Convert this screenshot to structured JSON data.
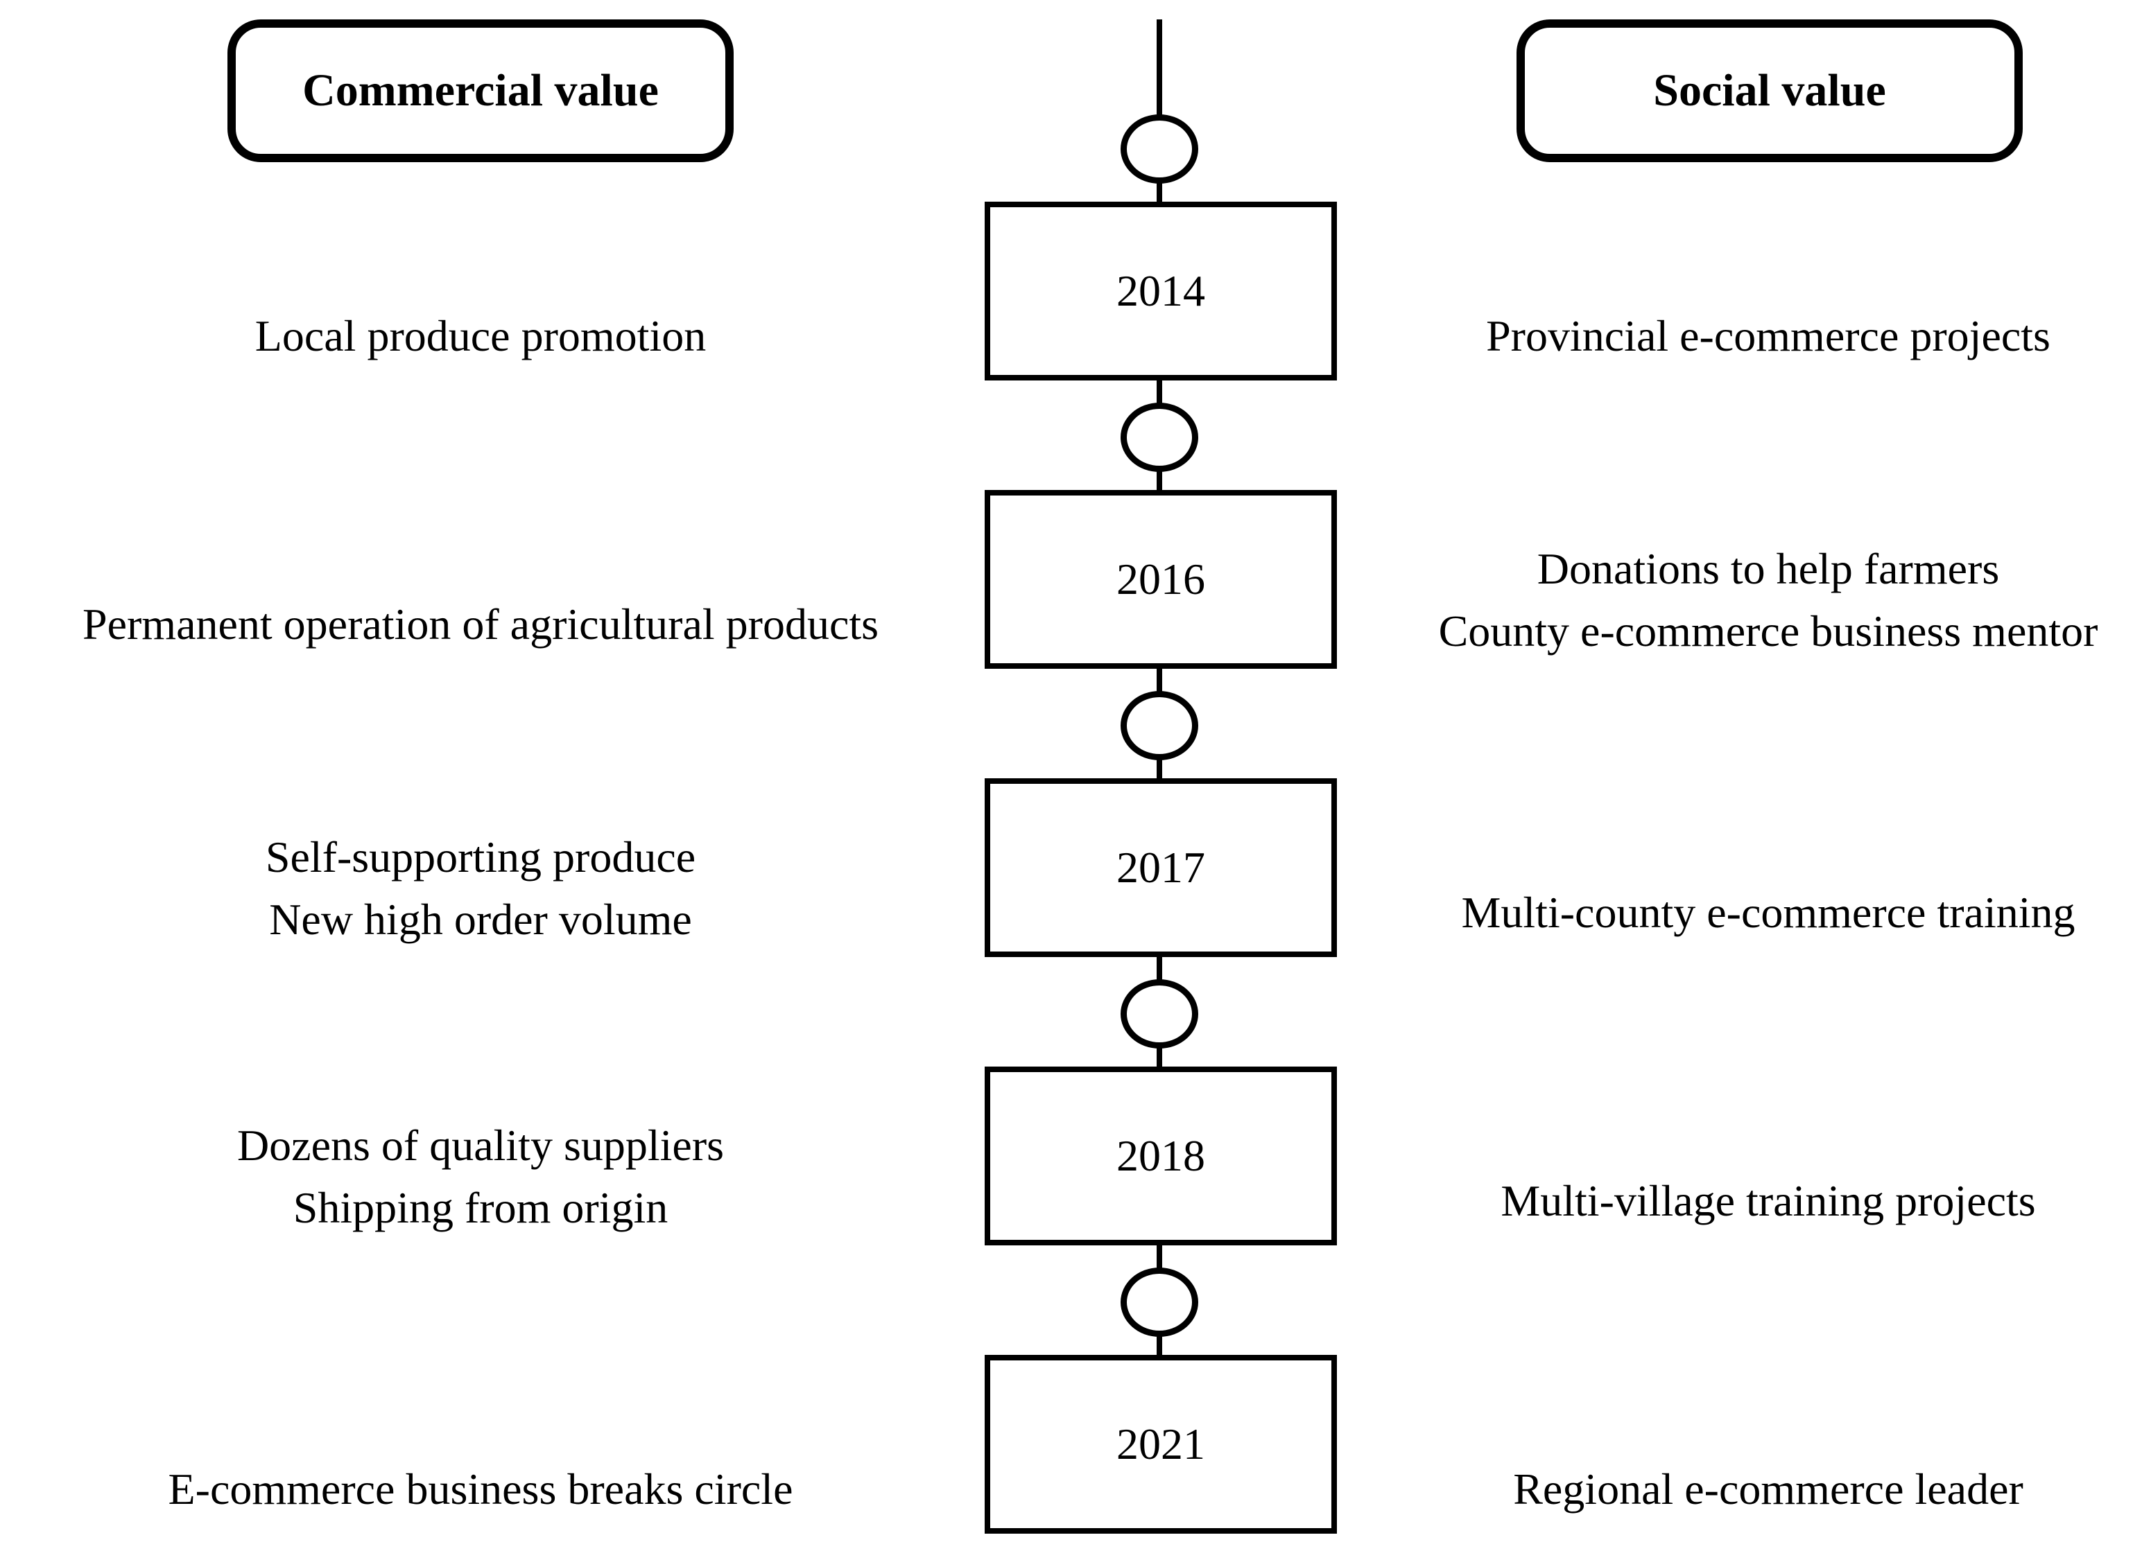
{
  "colors": {
    "background": "#ffffff",
    "line": "#000000",
    "text": "#000000"
  },
  "headers": {
    "commercial": "Commercial value",
    "social": "Social value"
  },
  "timeline": [
    {
      "year": "2014",
      "commercial": "Local produce promotion",
      "social": "Provincial e-commerce projects"
    },
    {
      "year": "2016",
      "commercial": "Permanent operation of agricultural products",
      "social": "Donations to help farmers\nCounty e-commerce business mentor"
    },
    {
      "year": "2017",
      "commercial": "Self-supporting produce\nNew high order volume",
      "social": "Multi-county e-commerce training"
    },
    {
      "year": "2018",
      "commercial": "Dozens of quality suppliers\nShipping from origin",
      "social": "Multi-village training projects"
    },
    {
      "year": "2021",
      "commercial": "E-commerce business breaks circle",
      "social": "Regional e-commerce leader"
    }
  ]
}
